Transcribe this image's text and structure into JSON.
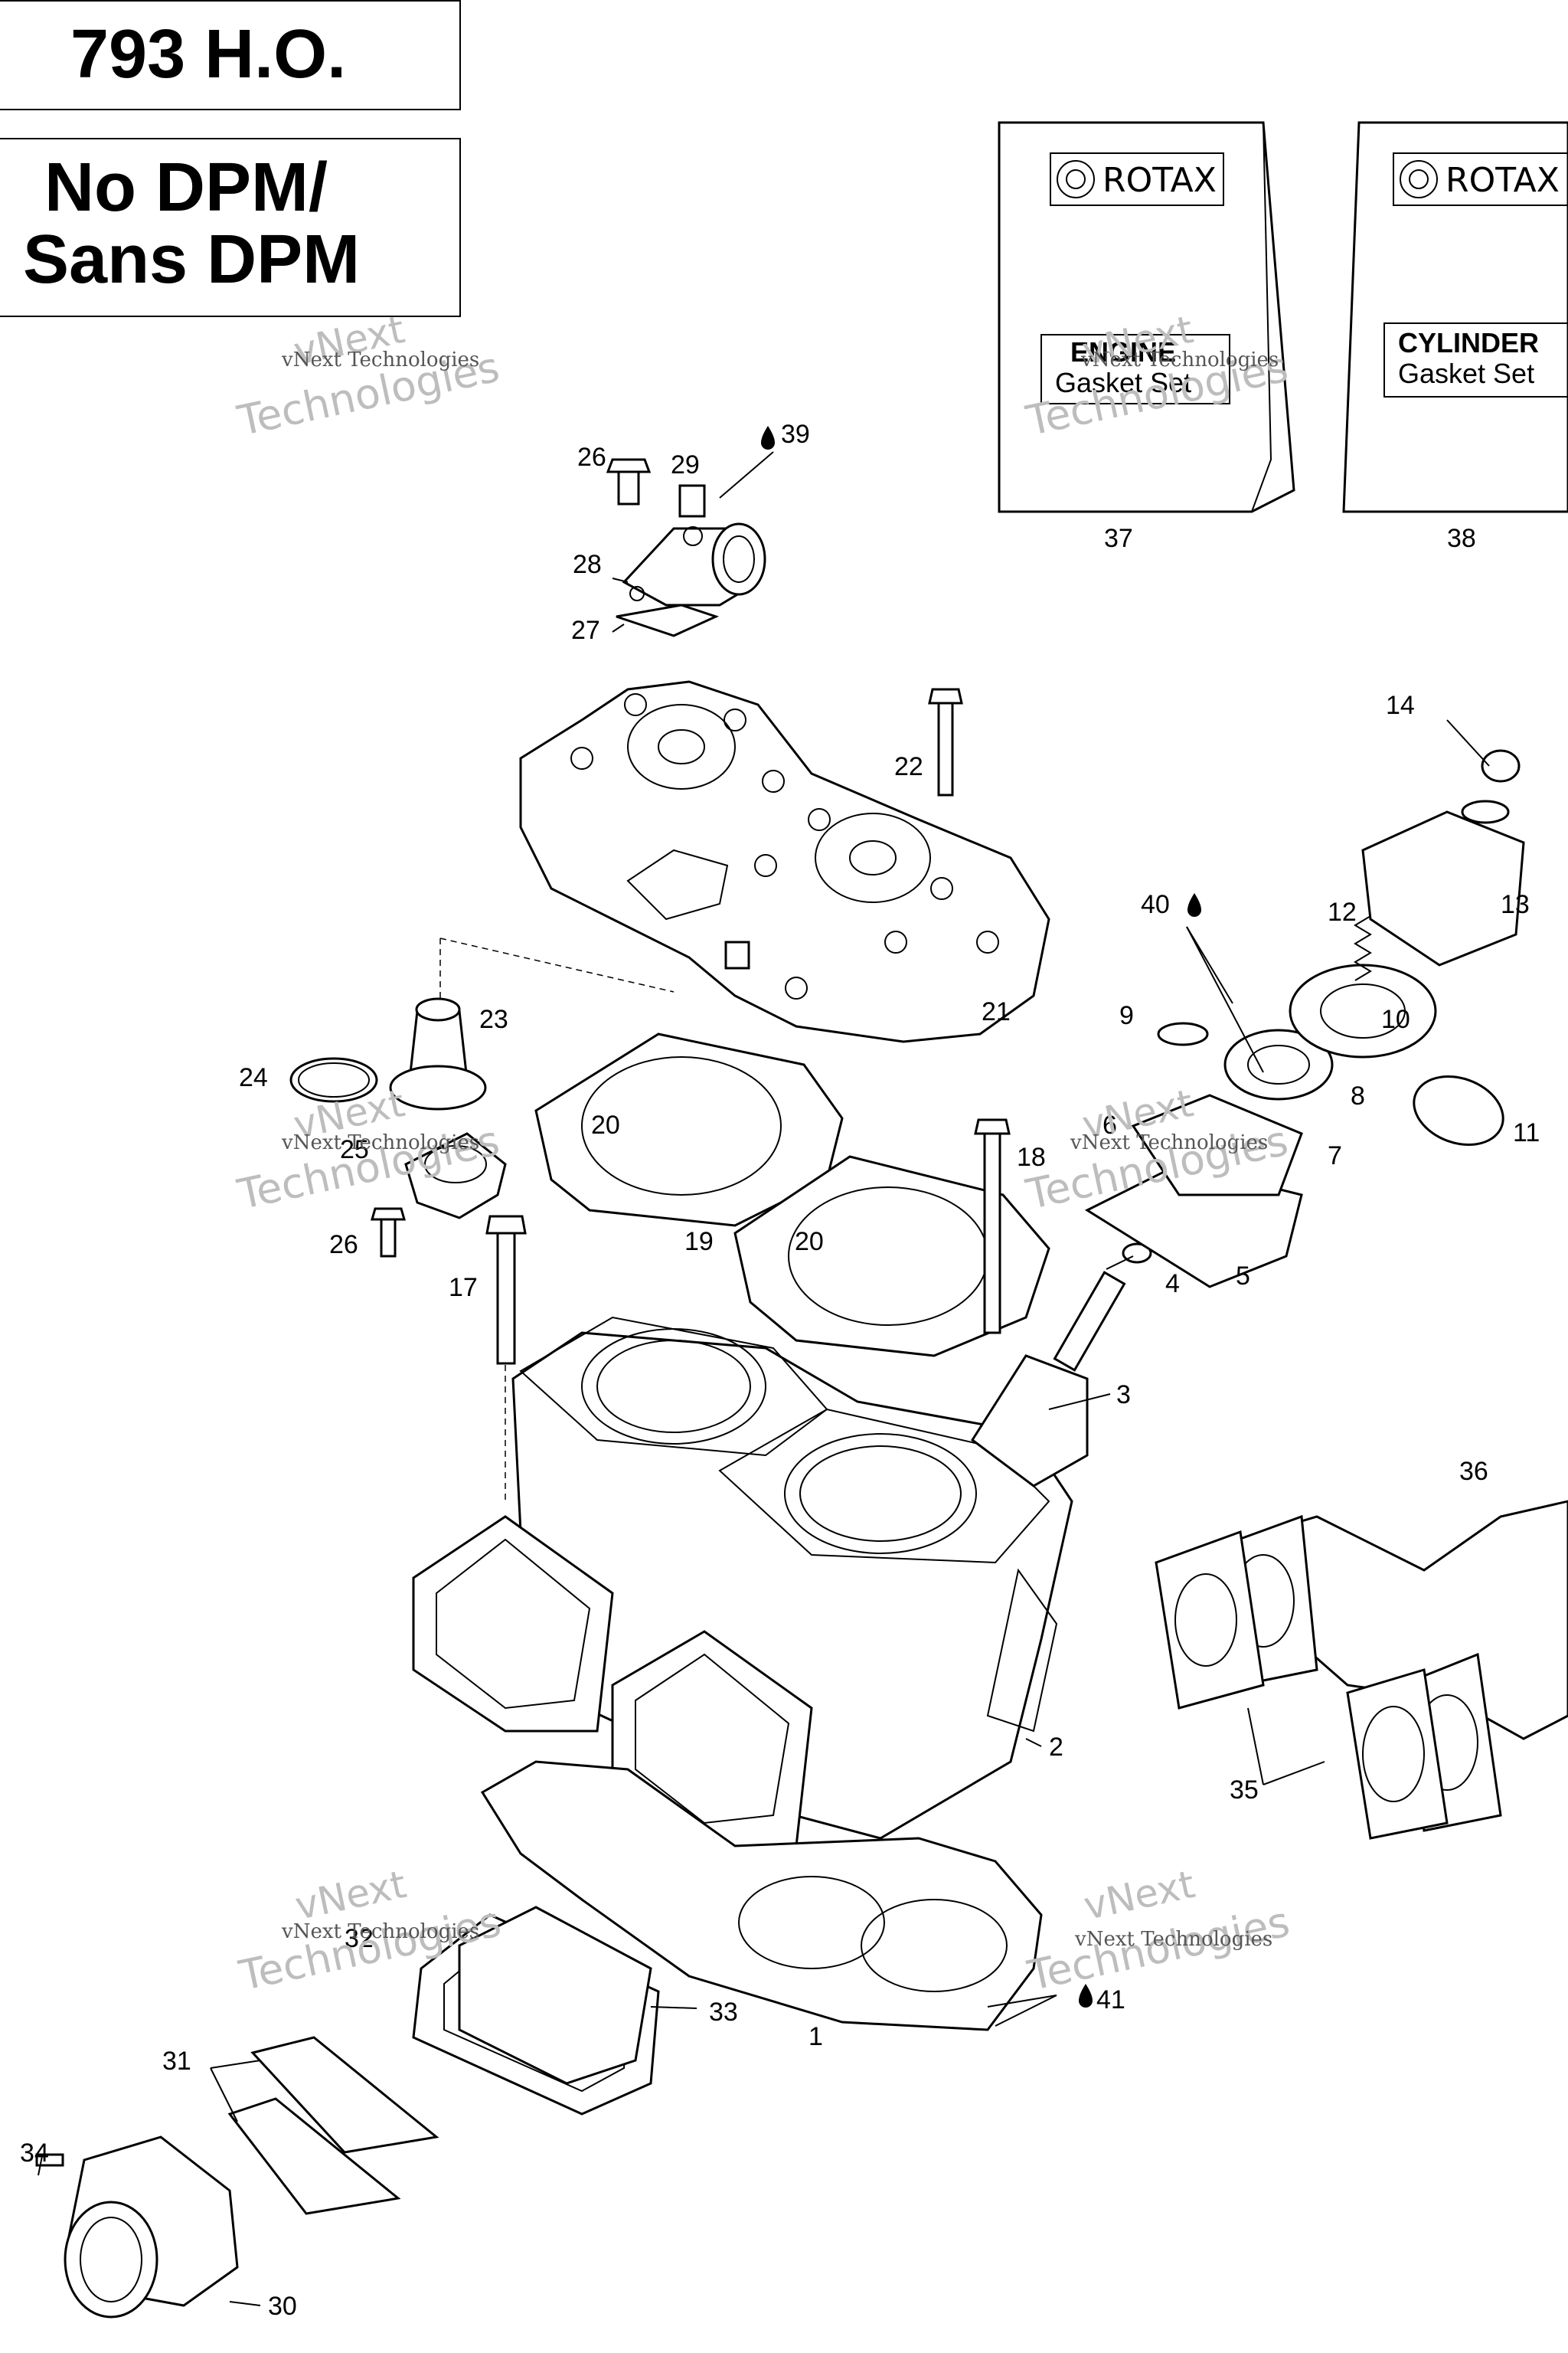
{
  "header": {
    "model": "793 H.O.",
    "dpm_line1": "No DPM/",
    "dpm_line2": "Sans DPM"
  },
  "kits": {
    "engine": {
      "brand": "ROTAX",
      "title": "ENGINE",
      "subtitle": "Gasket Set",
      "ref": "37"
    },
    "cylinder": {
      "brand": "ROTAX",
      "title": "CYLINDER",
      "subtitle": "Gasket Set",
      "ref": "38"
    }
  },
  "watermark": {
    "line1": "vNext",
    "line2": "Technologies",
    "small": "vNext Technologies"
  },
  "callouts": {
    "c1": "1",
    "c2": "2",
    "c3": "3",
    "c4": "4",
    "c5": "5",
    "c6": "6",
    "c7": "7",
    "c8": "8",
    "c9": "9",
    "c10": "10",
    "c11": "11",
    "c12": "12",
    "c13": "13",
    "c14": "14",
    "c17": "17",
    "c18": "18",
    "c19": "19",
    "c20a": "20",
    "c20b": "20",
    "c21": "21",
    "c22": "22",
    "c23": "23",
    "c24": "24",
    "c25": "25",
    "c26a": "26",
    "c26b": "26",
    "c27": "27",
    "c28": "28",
    "c29": "29",
    "c30": "30",
    "c31": "31",
    "c32": "32",
    "c33": "33",
    "c34": "34",
    "c35": "35",
    "c36": "36",
    "c39": "39",
    "c40": "40",
    "c41": "41"
  },
  "colors": {
    "ink": "#000000",
    "watermark": "#bdbdbd",
    "paper": "#ffffff"
  },
  "icons": {
    "lubricant": "oil-drop-icon"
  }
}
